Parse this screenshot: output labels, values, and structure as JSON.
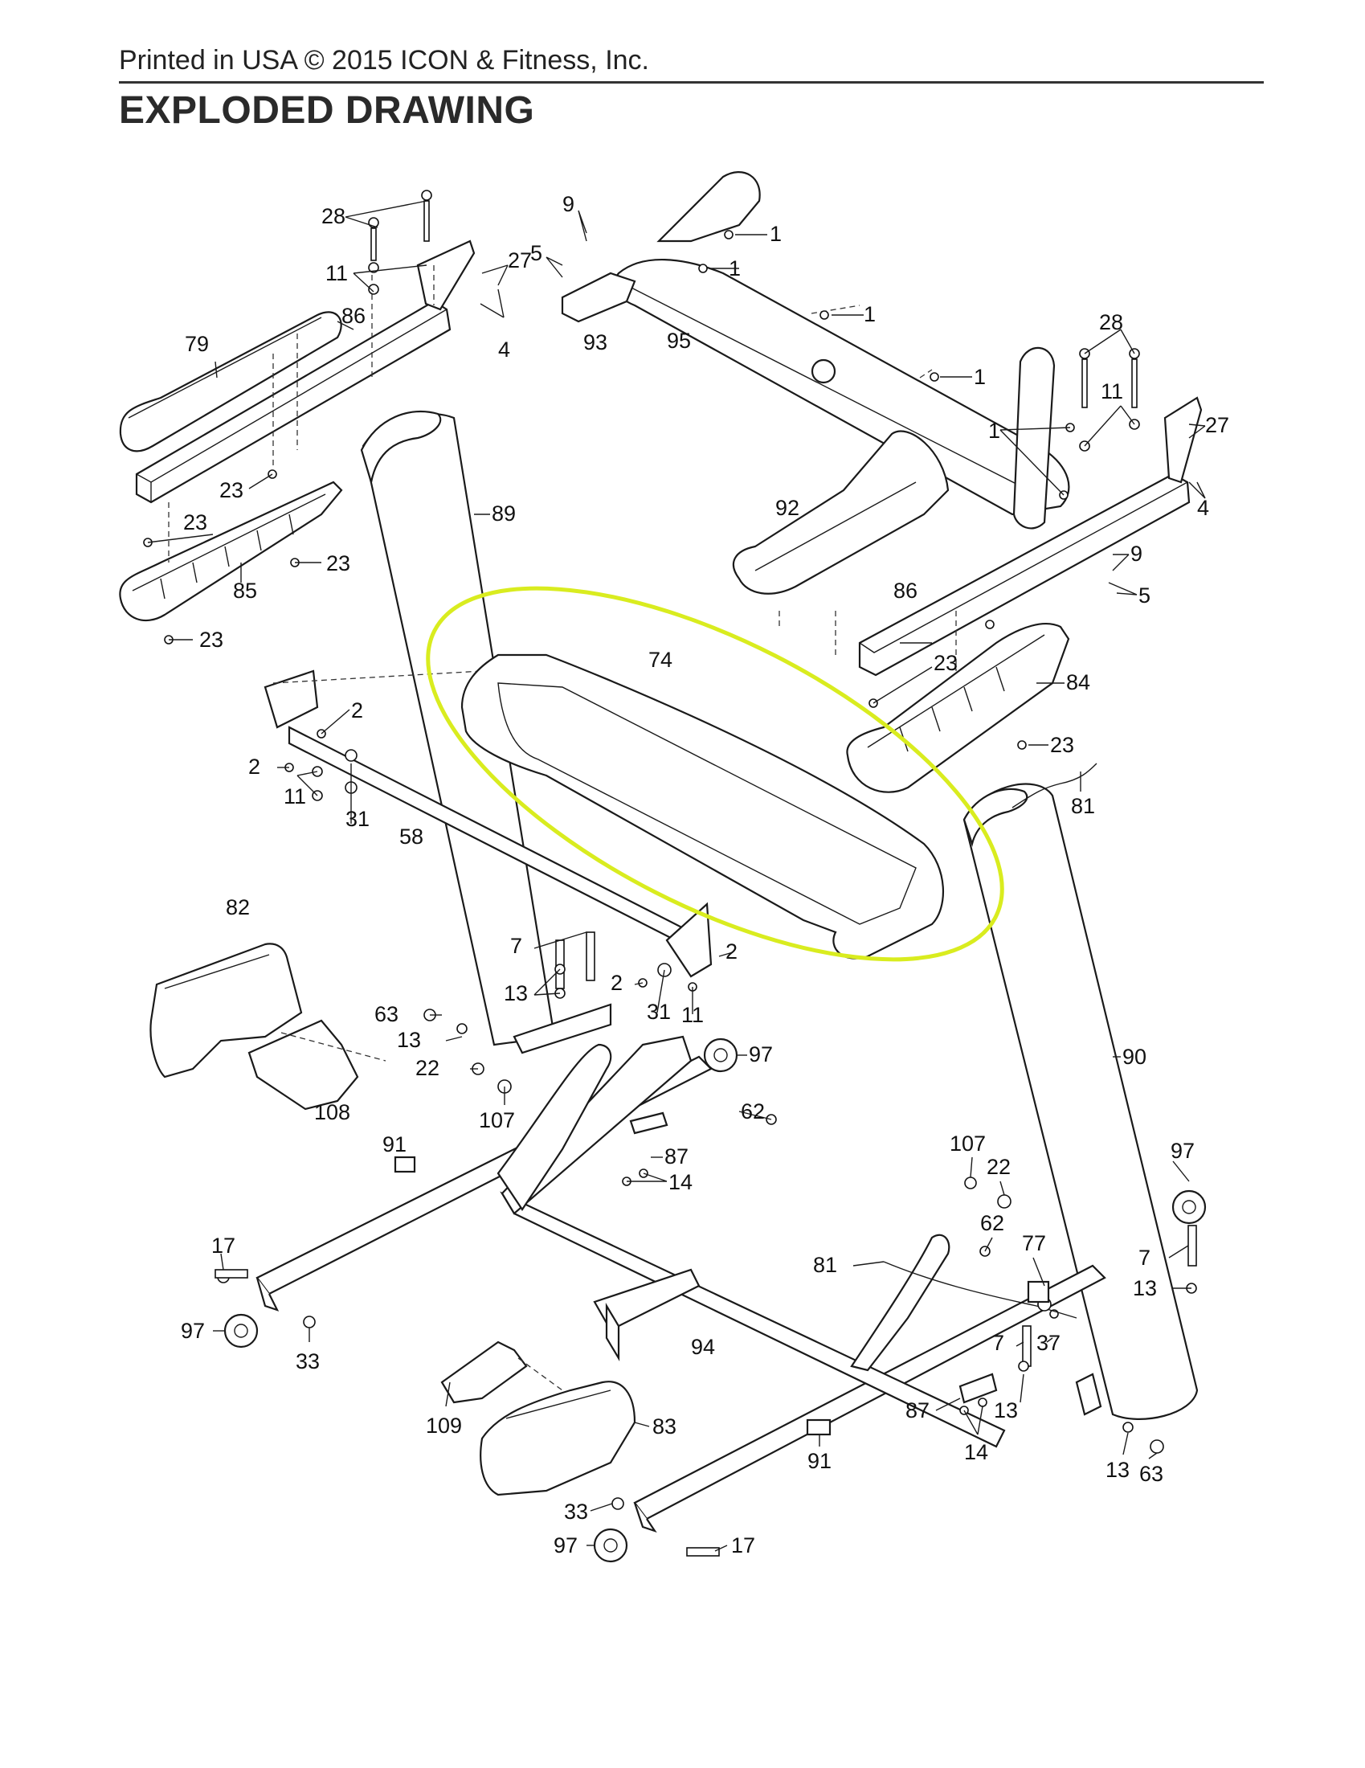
{
  "header": {
    "print_note": "Printed in USA © 2015 ICON & Fitness, Inc.",
    "title": "EXPLODED DRAWING"
  },
  "highlight": {
    "color": "#d9ec1f",
    "part": "74"
  },
  "labels": [
    {
      "id": "l28a",
      "text": "28"
    },
    {
      "id": "l11a",
      "text": "11"
    },
    {
      "id": "l27a",
      "text": "27"
    },
    {
      "id": "l4a",
      "text": "4"
    },
    {
      "id": "l86a",
      "text": "86"
    },
    {
      "id": "l79",
      "text": "79"
    },
    {
      "id": "l23a",
      "text": "23"
    },
    {
      "id": "l23b",
      "text": "23"
    },
    {
      "id": "l23c",
      "text": "23"
    },
    {
      "id": "l85",
      "text": "85"
    },
    {
      "id": "l23d",
      "text": "23"
    },
    {
      "id": "l89",
      "text": "89"
    },
    {
      "id": "l9a",
      "text": "9"
    },
    {
      "id": "l5a",
      "text": "5"
    },
    {
      "id": "l1a",
      "text": "1"
    },
    {
      "id": "l1b",
      "text": "1"
    },
    {
      "id": "l93",
      "text": "93"
    },
    {
      "id": "l95",
      "text": "95"
    },
    {
      "id": "l1c",
      "text": "1"
    },
    {
      "id": "l1d",
      "text": "1"
    },
    {
      "id": "l28b",
      "text": "28"
    },
    {
      "id": "l11b",
      "text": "11"
    },
    {
      "id": "l1e",
      "text": "1"
    },
    {
      "id": "l27b",
      "text": "27"
    },
    {
      "id": "l4b",
      "text": "4"
    },
    {
      "id": "l92",
      "text": "92"
    },
    {
      "id": "l9b",
      "text": "9"
    },
    {
      "id": "l5b",
      "text": "5"
    },
    {
      "id": "l86b",
      "text": "86"
    },
    {
      "id": "l23e",
      "text": "23"
    },
    {
      "id": "l84",
      "text": "84"
    },
    {
      "id": "l23f",
      "text": "23"
    },
    {
      "id": "l74",
      "text": "74"
    },
    {
      "id": "l81a",
      "text": "81"
    },
    {
      "id": "l2a",
      "text": "2"
    },
    {
      "id": "l2b",
      "text": "2"
    },
    {
      "id": "l11c",
      "text": "11"
    },
    {
      "id": "l31a",
      "text": "31"
    },
    {
      "id": "l58",
      "text": "58"
    },
    {
      "id": "l82",
      "text": "82"
    },
    {
      "id": "l7a",
      "text": "7"
    },
    {
      "id": "l2c",
      "text": "2"
    },
    {
      "id": "l13a",
      "text": "13"
    },
    {
      "id": "l2d",
      "text": "2"
    },
    {
      "id": "l31b",
      "text": "31"
    },
    {
      "id": "l11d",
      "text": "11"
    },
    {
      "id": "l63a",
      "text": "63"
    },
    {
      "id": "l13b",
      "text": "13"
    },
    {
      "id": "l22a",
      "text": "22"
    },
    {
      "id": "l107a",
      "text": "107"
    },
    {
      "id": "l108",
      "text": "108"
    },
    {
      "id": "l97a",
      "text": "97"
    },
    {
      "id": "l62a",
      "text": "62"
    },
    {
      "id": "l90",
      "text": "90"
    },
    {
      "id": "l91a",
      "text": "91"
    },
    {
      "id": "l87a",
      "text": "87"
    },
    {
      "id": "l14a",
      "text": "14"
    },
    {
      "id": "l107b",
      "text": "107"
    },
    {
      "id": "l22b",
      "text": "22"
    },
    {
      "id": "l97b",
      "text": "97"
    },
    {
      "id": "l62b",
      "text": "62"
    },
    {
      "id": "l77",
      "text": "77"
    },
    {
      "id": "l7b",
      "text": "7"
    },
    {
      "id": "l17a",
      "text": "17"
    },
    {
      "id": "l81b",
      "text": "81"
    },
    {
      "id": "l13c",
      "text": "13"
    },
    {
      "id": "l97c",
      "text": "97"
    },
    {
      "id": "l33a",
      "text": "33"
    },
    {
      "id": "l94",
      "text": "94"
    },
    {
      "id": "l7c",
      "text": "7"
    },
    {
      "id": "l37",
      "text": "37"
    },
    {
      "id": "l109",
      "text": "109"
    },
    {
      "id": "l83",
      "text": "83"
    },
    {
      "id": "l87b",
      "text": "87"
    },
    {
      "id": "l13d",
      "text": "13"
    },
    {
      "id": "l14b",
      "text": "14"
    },
    {
      "id": "l91b",
      "text": "91"
    },
    {
      "id": "l13e",
      "text": "13"
    },
    {
      "id": "l63b",
      "text": "63"
    },
    {
      "id": "l33b",
      "text": "33"
    },
    {
      "id": "l97d",
      "text": "97"
    },
    {
      "id": "l17b",
      "text": "17"
    }
  ]
}
